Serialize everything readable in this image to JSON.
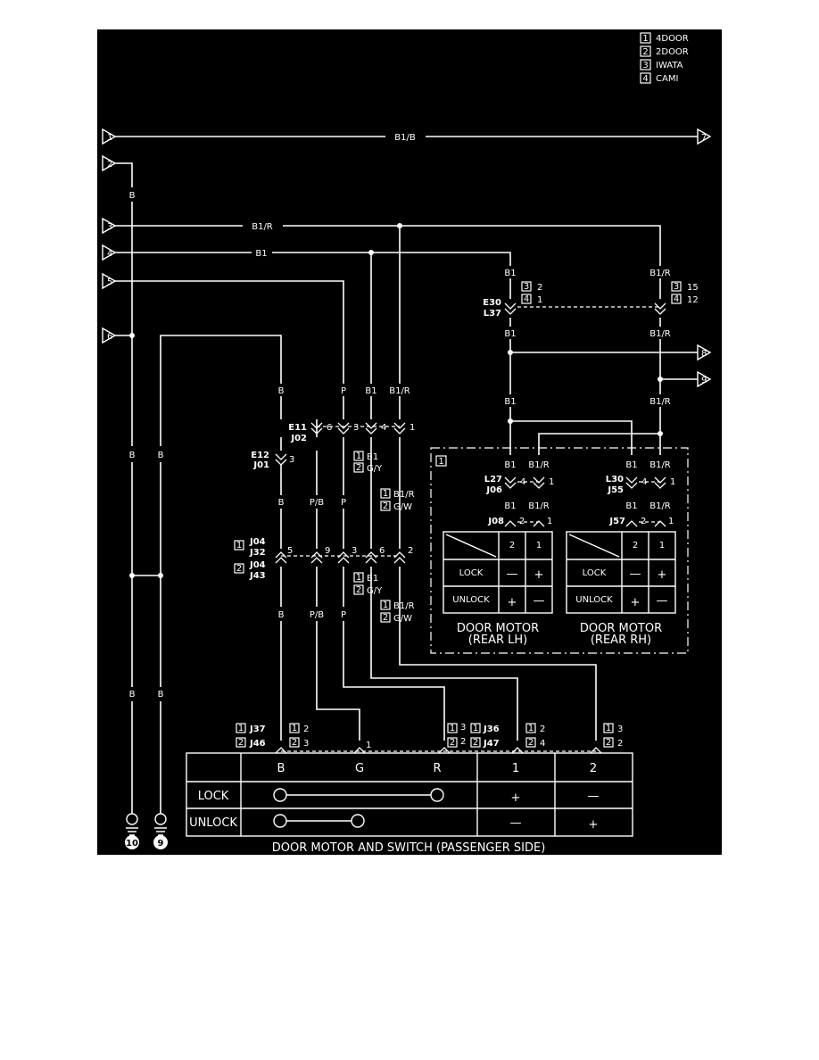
{
  "legend": [
    {
      "num": "1",
      "text": "4DOOR"
    },
    {
      "num": "2",
      "text": "2DOOR"
    },
    {
      "num": "3",
      "text": "IWATA"
    },
    {
      "num": "4",
      "text": "CAMI"
    }
  ],
  "connectors_left": [
    "1",
    "2",
    "3",
    "4",
    "5",
    "6"
  ],
  "connectors_right": [
    "7",
    "8",
    "9"
  ],
  "grounds": [
    "10",
    "9"
  ],
  "wire_colors": {
    "bl_b": "B1/B",
    "b": "B",
    "bl_r": "B1/R",
    "bl": "B1",
    "p": "P",
    "pb": "P/B",
    "gy": "G/Y",
    "gw": "G/W"
  },
  "connector_ids": {
    "e11": "E11",
    "j02": "J02",
    "e12": "E12",
    "j01": "J01",
    "j04": "J04",
    "j32": "J32",
    "j43": "J43",
    "e30": "E30",
    "l37": "L37",
    "l27": "L27",
    "j06": "J06",
    "l30": "L30",
    "j55": "J55",
    "j08": "J08",
    "j57": "J57",
    "j37": "J37",
    "j46": "J46",
    "j36": "J36",
    "j47": "J47"
  },
  "pin_numbers": {
    "p1": "1",
    "p2": "2",
    "p3": "3",
    "p4": "4",
    "p5": "5",
    "p6": "6",
    "p9": "9",
    "p12": "12",
    "p15": "15"
  },
  "rear_tables": {
    "col2": "2",
    "col1": "1",
    "lock": "LOCK",
    "unlock": "UNLOCK",
    "plus": "+",
    "minus": "—"
  },
  "rear_lh": {
    "title": "DOOR MOTOR",
    "subtitle": "(REAR LH)"
  },
  "rear_rh": {
    "title": "DOOR MOTOR",
    "subtitle": "(REAR RH)"
  },
  "main_table": {
    "headers": [
      "",
      "B",
      "G",
      "R",
      "1",
      "2"
    ],
    "rows": [
      {
        "label": "LOCK",
        "col1": "+",
        "col2": "—"
      },
      {
        "label": "UNLOCK",
        "col1": "—",
        "col2": "+"
      }
    ]
  },
  "caption": "DOOR MOTOR AND SWITCH (PASSENGER SIDE)"
}
